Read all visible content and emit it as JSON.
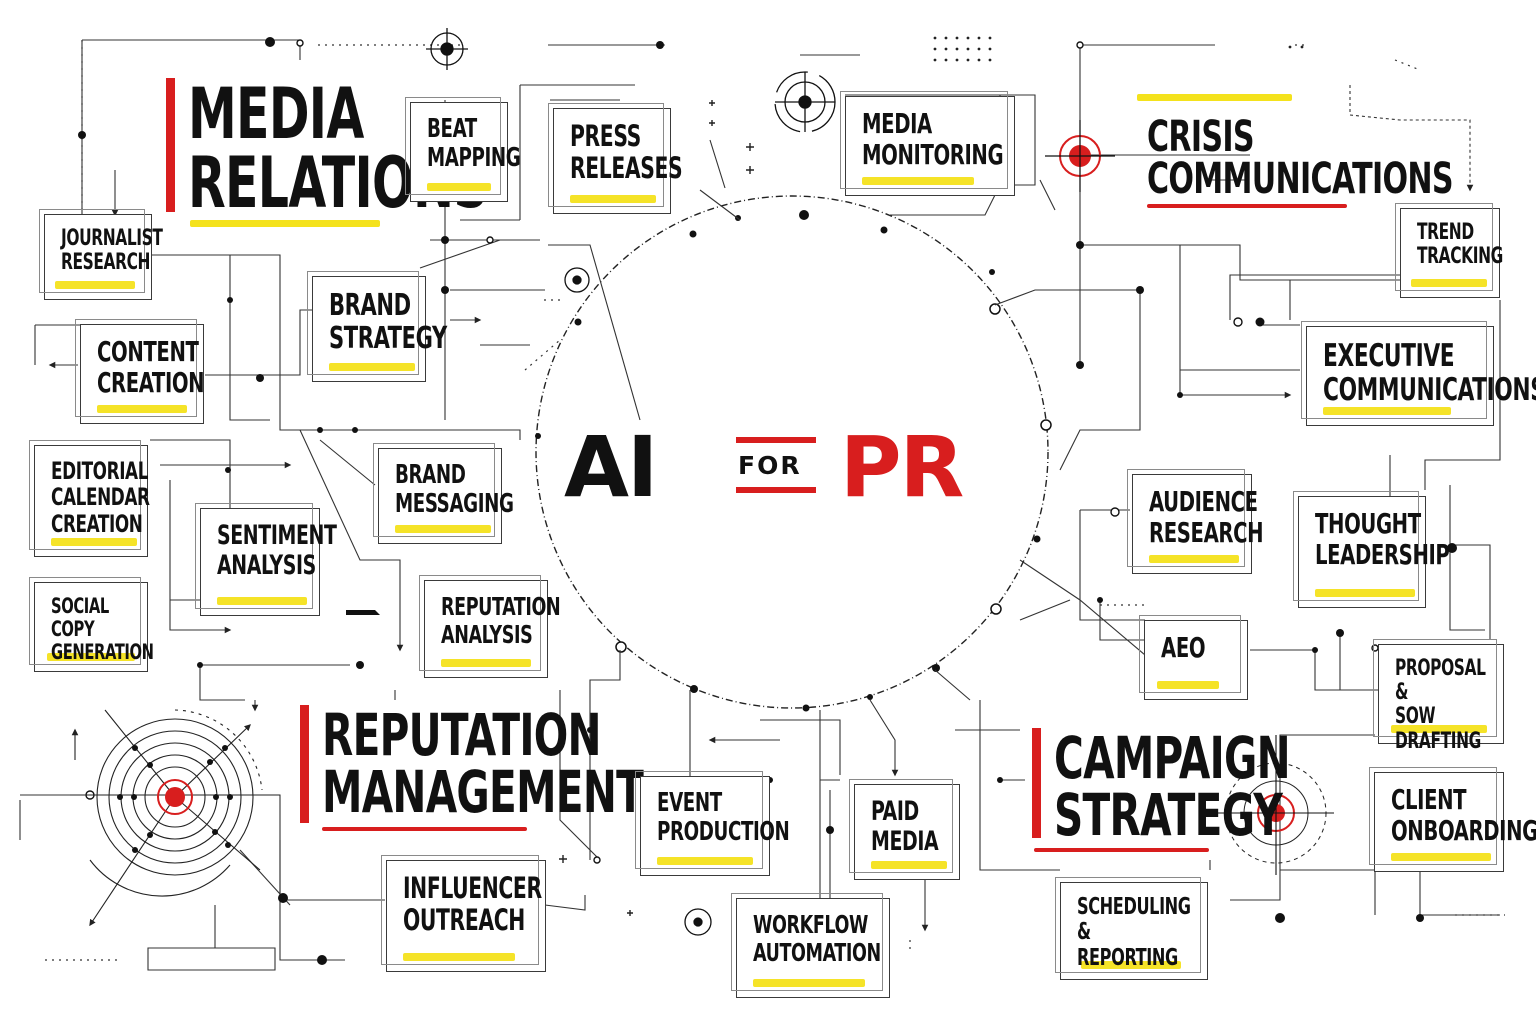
{
  "colors": {
    "red": "#d81e1e",
    "highlight": "#f4e21c",
    "ink": "#111111",
    "line": "#333333"
  },
  "center": {
    "ai": "AI",
    "for": "FOR",
    "pr": "PR"
  },
  "headings": [
    {
      "key": "media-relations",
      "text": "MEDIA\nRELATIONS"
    },
    {
      "key": "crisis-communications",
      "text": "CRISIS\nCOMMUNICATIONS"
    },
    {
      "key": "reputation-management",
      "text": "REPUTATION\nMANAGEMENT"
    },
    {
      "key": "campaign-strategy",
      "text": "CAMPAIGN\nSTRATEGY"
    }
  ],
  "nodes": [
    {
      "key": "journalist-research",
      "label": "JOURNALIST\nRESEARCH"
    },
    {
      "key": "beat-mapping",
      "label": "BEAT\nMAPPING"
    },
    {
      "key": "press-releases",
      "label": "PRESS\nRELEASES"
    },
    {
      "key": "media-monitoring",
      "label": "MEDIA\nMONITORING"
    },
    {
      "key": "trend-tracking",
      "label": "TREND\nTRACKING"
    },
    {
      "key": "content-creation",
      "label": "CONTENT\nCREATION"
    },
    {
      "key": "brand-strategy",
      "label": "BRAND\nSTRATEGY"
    },
    {
      "key": "executive-communications",
      "label": "EXECUTIVE\nCOMMUNICATIONS"
    },
    {
      "key": "editorial-calendar-creation",
      "label": "EDITORIAL\nCALENDAR\nCREATION"
    },
    {
      "key": "brand-messaging",
      "label": "BRAND\nMESSAGING"
    },
    {
      "key": "sentiment-analysis",
      "label": "SENTIMENT\nANALYSIS"
    },
    {
      "key": "audience-research",
      "label": "AUDIENCE\nRESEARCH"
    },
    {
      "key": "thought-leadership",
      "label": "THOUGHT\nLEADERSHIP"
    },
    {
      "key": "social-copy-generation",
      "label": "SOCIAL COPY\nGENERATION"
    },
    {
      "key": "reputation-analysis",
      "label": "REPUTATION\nANALYSIS"
    },
    {
      "key": "aeo",
      "label": "AEO"
    },
    {
      "key": "proposal-sow-drafting",
      "label": "PROPOSAL &\nSOW DRAFTING"
    },
    {
      "key": "event-production",
      "label": "EVENT\nPRODUCTION"
    },
    {
      "key": "paid-media",
      "label": "PAID\nMEDIA"
    },
    {
      "key": "client-onboarding",
      "label": "CLIENT\nONBOARDING"
    },
    {
      "key": "influencer-outreach",
      "label": "INFLUENCER\nOUTREACH"
    },
    {
      "key": "workflow-automation",
      "label": "WORKFLOW\nAUTOMATION"
    },
    {
      "key": "scheduling-reporting",
      "label": "SCHEDULING &\nREPORTING"
    }
  ]
}
